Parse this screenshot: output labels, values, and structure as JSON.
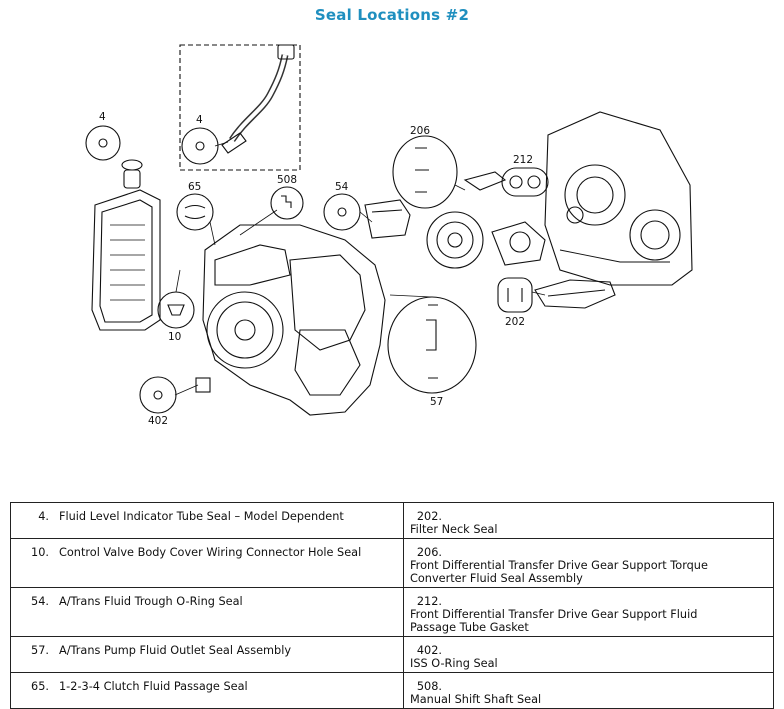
{
  "title": "Seal Locations #2",
  "callouts": [
    "4",
    "4",
    "65",
    "508",
    "54",
    "206",
    "212",
    "10",
    "402",
    "57",
    "202"
  ],
  "legend": [
    {
      "left_num": "4.",
      "left_text": "Fluid Level Indicator Tube Seal – Model Dependent",
      "right_num": "202.",
      "right_text": "Filter Neck Seal"
    },
    {
      "left_num": "10.",
      "left_text": "Control Valve Body Cover Wiring Connector Hole Seal",
      "right_num": "206.",
      "right_text": "Front Differential Transfer Drive Gear Support Torque Converter Fluid Seal Assembly"
    },
    {
      "left_num": "54.",
      "left_text": "A/Trans Fluid Trough O-Ring Seal",
      "right_num": "212.",
      "right_text": "Front Differential Transfer Drive Gear Support Fluid Passage Tube Gasket"
    },
    {
      "left_num": "57.",
      "left_text": "A/Trans Pump Fluid Outlet Seal Assembly",
      "right_num": "402.",
      "right_text": "ISS O-Ring Seal"
    },
    {
      "left_num": "65.",
      "left_text": "1-2-3-4 Clutch Fluid Passage Seal",
      "right_num": "508.",
      "right_text": "Manual Shift Shaft Seal"
    }
  ]
}
